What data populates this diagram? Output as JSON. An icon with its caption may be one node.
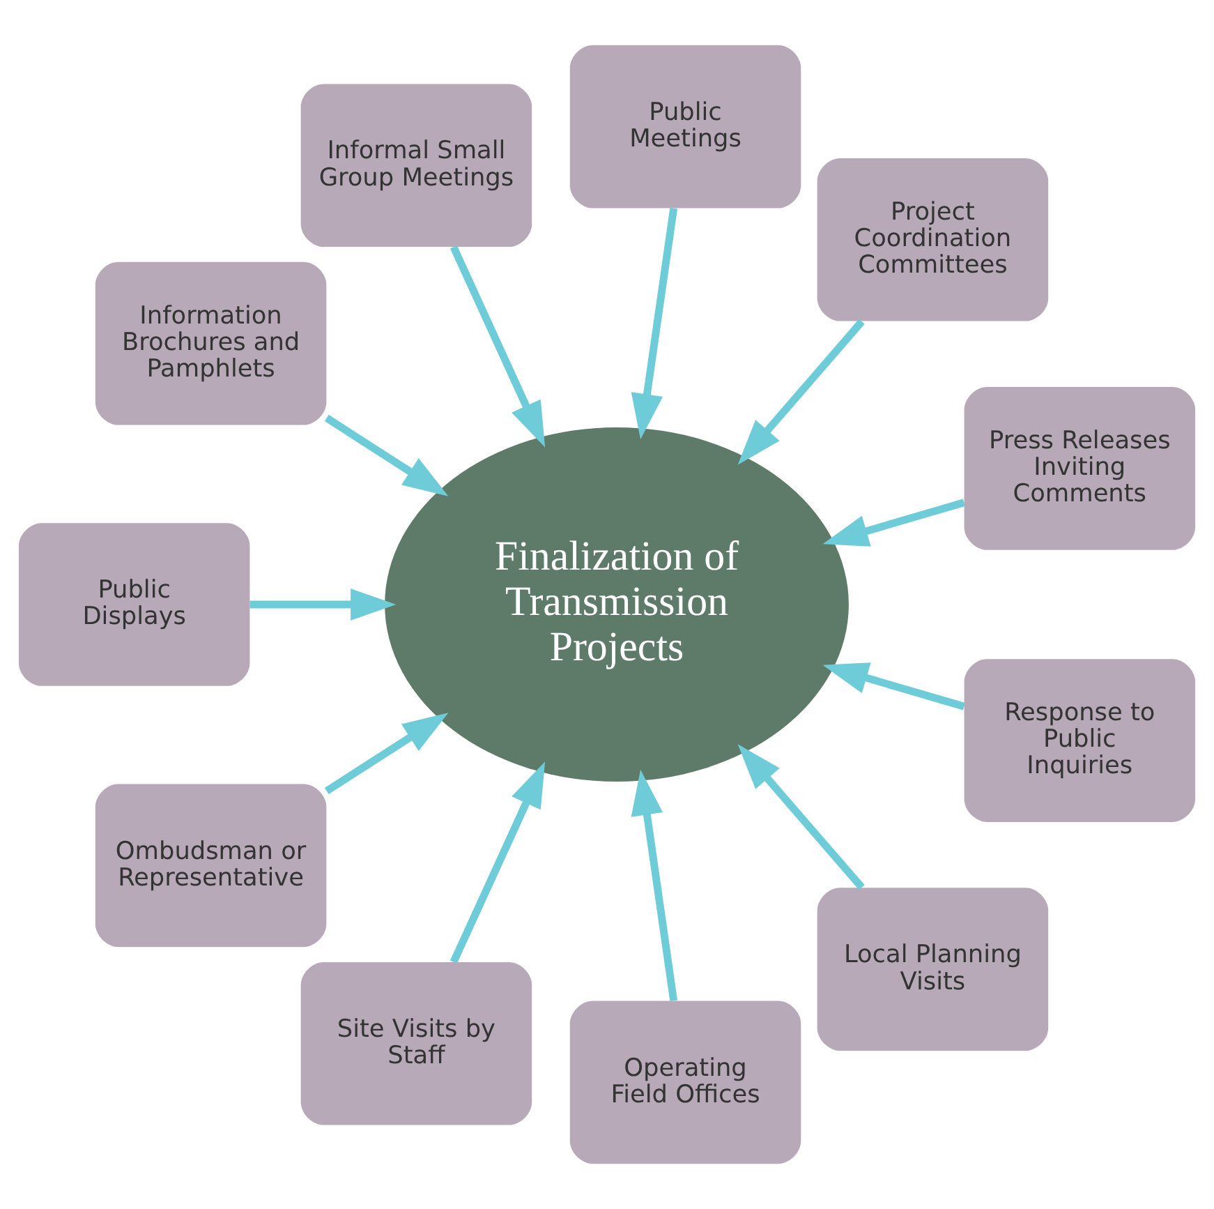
{
  "diagram": {
    "nodes": [
      {
        "text": [
          "Finalization of Transmission Projects"
        ]
      },
      {
        "text": [
          "Press Releases Inviting Comments"
        ]
      },
      {
        "text": [
          "Project Coordination Committees"
        ]
      },
      {
        "text": [
          "Public Meetings"
        ]
      },
      {
        "text": [
          "Informal Small Group Meetings"
        ]
      },
      {
        "text": [
          "Information Brochures and Pamphlets"
        ]
      },
      {
        "text": [
          "Public Displays"
        ]
      },
      {
        "text": [
          "Ombudsman or Representative"
        ]
      },
      {
        "text": [
          "Site Visits by Staff"
        ]
      },
      {
        "text": [
          "Operating Field Offices"
        ]
      },
      {
        "text": [
          "Local Planning Visits"
        ]
      },
      {
        "text": [
          "Response to Public Inquiries"
        ]
      }
    ],
    "edges": [
      {
        "from": 1,
        "to": 0,
        "arrow": "to"
      },
      {
        "from": 2,
        "to": 0,
        "arrow": "to"
      },
      {
        "from": 3,
        "to": 0,
        "arrow": "to"
      },
      {
        "from": 4,
        "to": 0,
        "arrow": "to"
      },
      {
        "from": 5,
        "to": 0,
        "arrow": "to"
      },
      {
        "from": 6,
        "to": 0,
        "arrow": "to"
      },
      {
        "from": 7,
        "to": 0,
        "arrow": "to"
      },
      {
        "from": 8,
        "to": 0,
        "arrow": "to"
      },
      {
        "from": 9,
        "to": 0,
        "arrow": "to"
      },
      {
        "from": 10,
        "to": 0,
        "arrow": "to"
      },
      {
        "from": 11,
        "to": 0,
        "arrow": "to"
      }
    ]
  }
}
